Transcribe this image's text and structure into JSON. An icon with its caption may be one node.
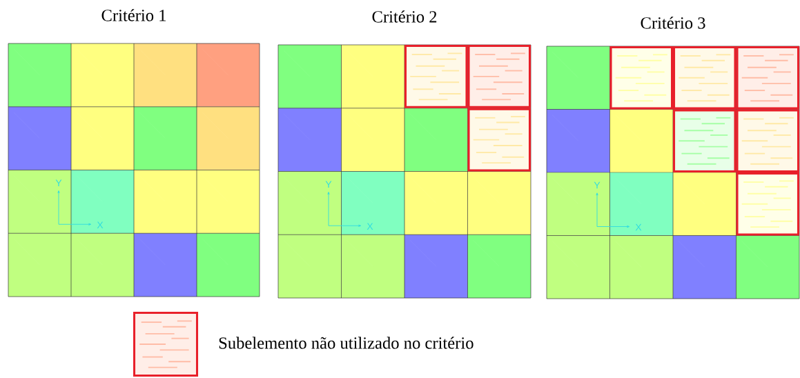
{
  "diagram": {
    "labels": [
      "Critério 1",
      "Critério 2",
      "Critério 3",
      "Y",
      "X",
      "Y",
      "X",
      "Y",
      "X"
    ],
    "legend": [
      {
        "text": "Subelemento não utilizado no critério"
      }
    ]
  }
}
